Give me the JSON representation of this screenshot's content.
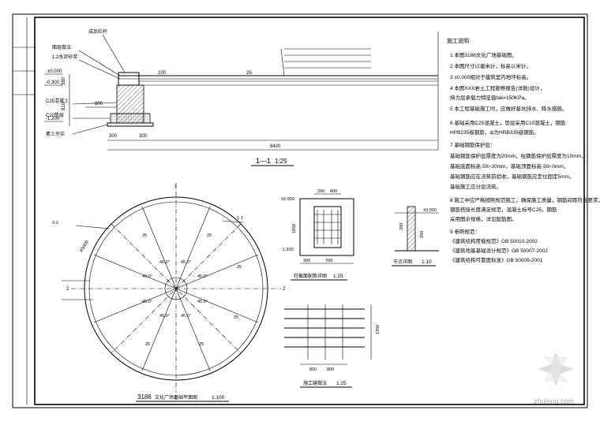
{
  "section": {
    "title": "1—1",
    "scale": "1:25",
    "dims": {
      "d_380": "380",
      "d_810": "810",
      "d_800": "800",
      "d_300a": "300",
      "d_300b": "300",
      "d_8420": "8420",
      "el_top": "±0.000",
      "el_mid": "-0.300",
      "el_bot": "-1.200",
      "d_100": "100",
      "d_25": "25"
    },
    "callouts": [
      "成品栏杆",
      "面层做法",
      "1:2水泥砂浆",
      "C25混凝土",
      "C10垫层",
      "素土夯实"
    ]
  },
  "plan": {
    "title": "3186",
    "subtitle": "文化广场基础平面图",
    "scale": "1:100",
    "labels": [
      "2-2",
      "1-1",
      "R9400"
    ],
    "angles": [
      "45.0°",
      "45.0°",
      "45.0°",
      "45.0°",
      "45.0°",
      "45.0°",
      "45.0°",
      "45.0°"
    ],
    "radials": [
      "25",
      "25",
      "25",
      "25",
      "25",
      "25"
    ],
    "axis_top": "1",
    "axis_bottom": "1",
    "axis_left": "2",
    "axis_right": "2"
  },
  "column": {
    "title": "柱截面配筋详图",
    "scale": "1:25",
    "dims": [
      "200",
      "400",
      "1050",
      "700",
      "300"
    ],
    "elevs": [
      "±0.000",
      "-1.200"
    ]
  },
  "small_detail": {
    "title": "节点详图",
    "scale": "1:10",
    "dims": [
      "±0.000",
      "200",
      "200"
    ]
  },
  "bars": {
    "title": "施工缝做法",
    "scale": "1:25",
    "dims": [
      "800",
      "800",
      "1350"
    ]
  },
  "notes": {
    "heading": "施工说明",
    "items": [
      "1  本图3186文化广场基础图。",
      "2  本图尺寸以毫米计，标高以米计。",
      "3  ±0.000相对于建筑室内地坪标高。",
      "4  本图XXX岩土工程勘察报告(详勘)设计，",
      "   持力层承载力特征值fak=150KPa。",
      "5  本工程基础施工时，应做好基坑排水、降水措施。",
      "6  基础采用C25混凝土，垫层采用C10混凝土，钢筋",
      "   HPB235级钢筋，ф为HRB335级钢筋。",
      "7  基础钢筋保护层：",
      "   基础钢筋保护层厚度为20mm，柱钢筋保护层厚度为10mm，",
      "   基础底面标高-50/-30mm，基础顶面标高-50/-0mm，",
      "   基础钢筋应在浇筑前验收，基础钢筋应定位固定5mm。",
      "   基础施工应分层浇筑。",
      "8  施工中应严格按照规范施工，确保施工质量，钢筋间距符合要求，",
      "   钢筋搭接长度满足规范，混凝土标号C25，钢筋",
      "   采用图示规格，详见配筋图。",
      "9  参照规范：",
      "   《建筑结构荷载规范》GB 50010-2002",
      "   《建筑地基基础设计规范》GB 50007-2002",
      "   《建筑结构可靠度标准》GB 50009-2001"
    ]
  },
  "watermark": "zhulong.com"
}
